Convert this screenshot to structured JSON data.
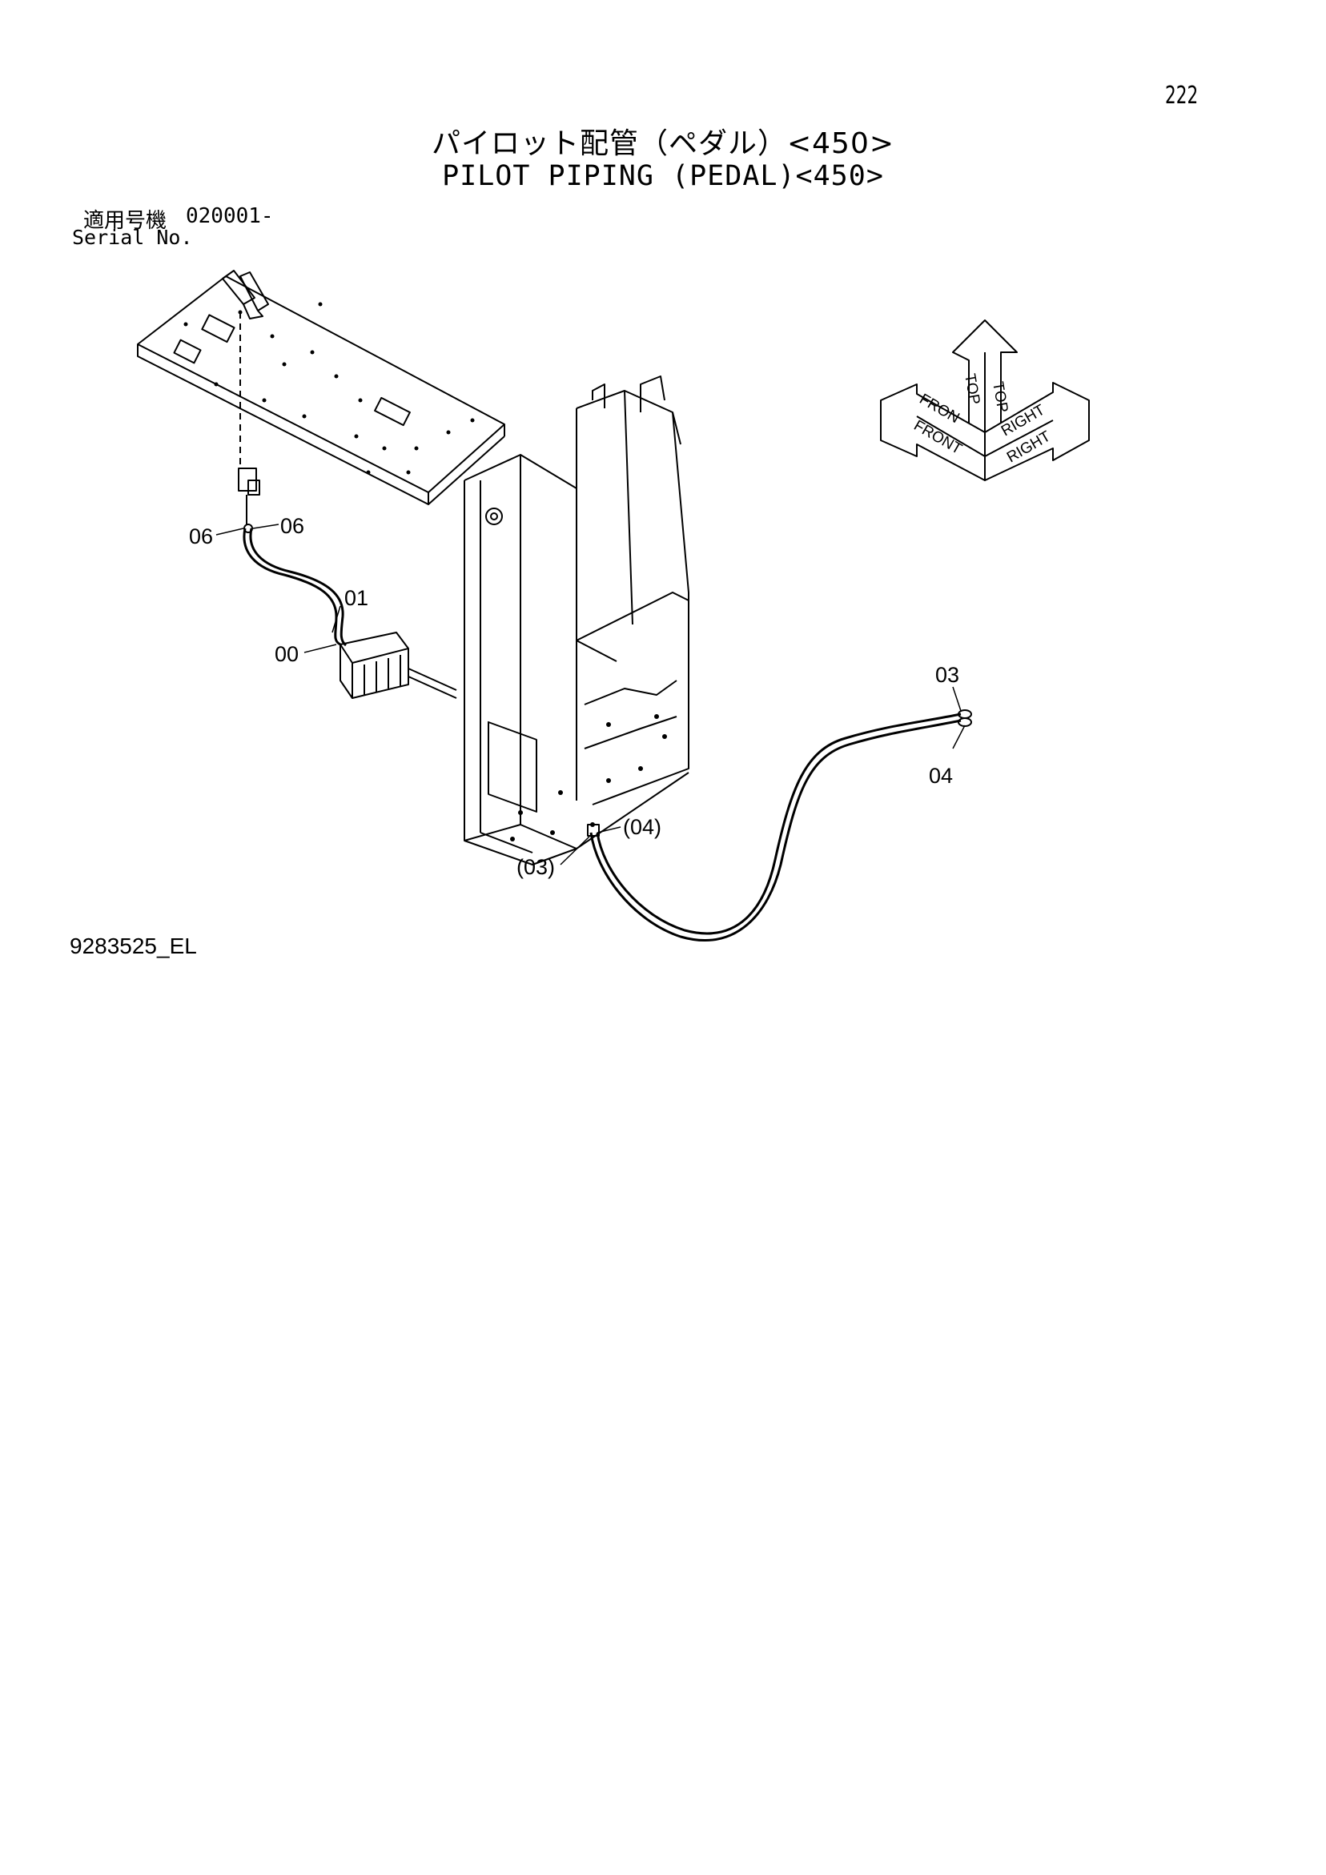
{
  "header": {
    "page_number": "222",
    "title_jp": "パイロット配管（ペダル）<450>",
    "title_en": "PILOT PIPING (PEDAL)<450>"
  },
  "serial": {
    "label_jp": "適用号機",
    "range": "020001-",
    "label_en": "Serial No."
  },
  "orientation": {
    "top_a": "TOP",
    "top_b": "TOP",
    "front_a": "FRON",
    "front_b": "FRONT",
    "right_a": "RIGHT",
    "right_b": "RIGHT"
  },
  "callouts": {
    "c06_left": "06",
    "c06_right": "06",
    "c01": "01",
    "c00": "00",
    "c03": "03",
    "c04": "04",
    "c04_paren": "(04)",
    "c03_paren": "(03)"
  },
  "footer": {
    "doc_id": "9283525_EL"
  }
}
